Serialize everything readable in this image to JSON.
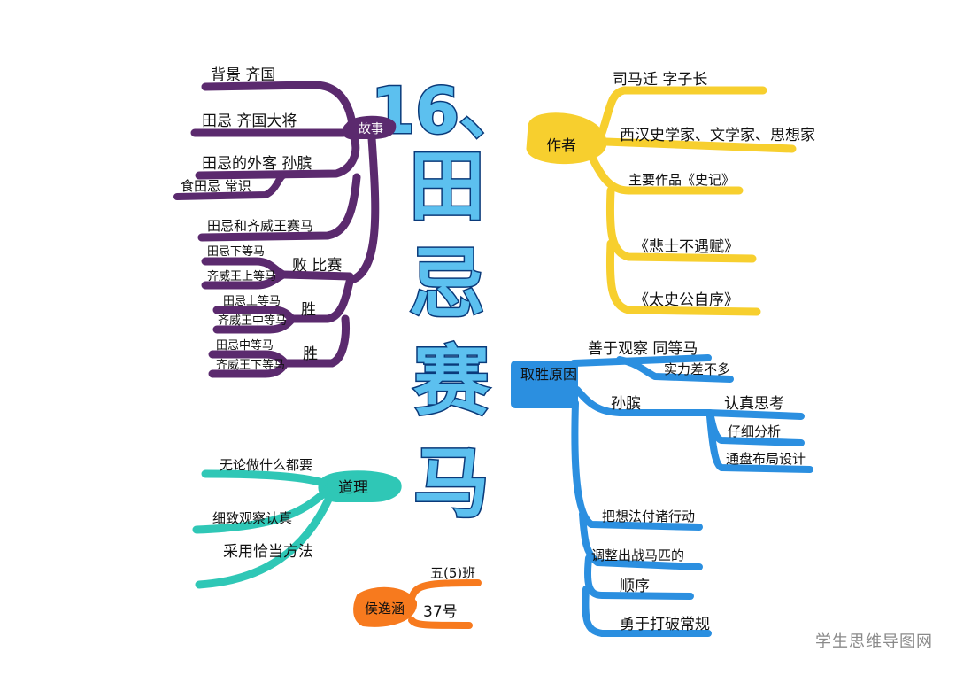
{
  "title": "16.田忌赛马",
  "title_chars": [
    "16、",
    "田",
    "忌",
    "赛",
    "马"
  ],
  "colors": {
    "purple": "#5b2a6e",
    "yellow": "#f7cf2e",
    "blue": "#2b8fe0",
    "teal": "#2fc7b6",
    "orange": "#f77a1e",
    "title": "#5cc0ef"
  },
  "story": {
    "node": "故事",
    "items": [
      "背景 齐国",
      "田忌 齐国大将",
      "田忌的外客 孙膑",
      "食田忌 常识",
      "田忌和齐威王赛马"
    ],
    "first_race": {
      "label": "败 比赛",
      "items": [
        "田忌下等马",
        "齐威王上等马"
      ]
    },
    "second_race": {
      "label": "胜",
      "items": [
        "田忌上等马",
        "齐威王中等马"
      ]
    },
    "third_race": {
      "label": "胜",
      "items": [
        "田忌中等马",
        "齐威王下等马"
      ]
    }
  },
  "author": {
    "node": "作者",
    "items": [
      "司马迁 字子长",
      "西汉史学家、文学家、思想家",
      "主要作品《史记》",
      "《悲士不遇赋》",
      "《太史公自序》"
    ]
  },
  "win": {
    "node": "取胜原因",
    "top": {
      "label": "善于观察 同等马",
      "sub": "实力差不多"
    },
    "sunbin": {
      "label": "孙膑",
      "sub_label": "认真思考",
      "items": [
        "仔细分析",
        "通盘布局设计"
      ]
    },
    "items": [
      "把想法付诸行动",
      "调整出战马匹的",
      "顺序",
      "勇于打破常规"
    ]
  },
  "lesson": {
    "node": "道理",
    "items": [
      "无论做什么都要",
      "细致观察认真",
      "采用恰当方法"
    ]
  },
  "owner": {
    "node": "侯逸涵",
    "class_label": "五(5)班",
    "number_label": "37号"
  },
  "watermark": "学生思维导图网"
}
